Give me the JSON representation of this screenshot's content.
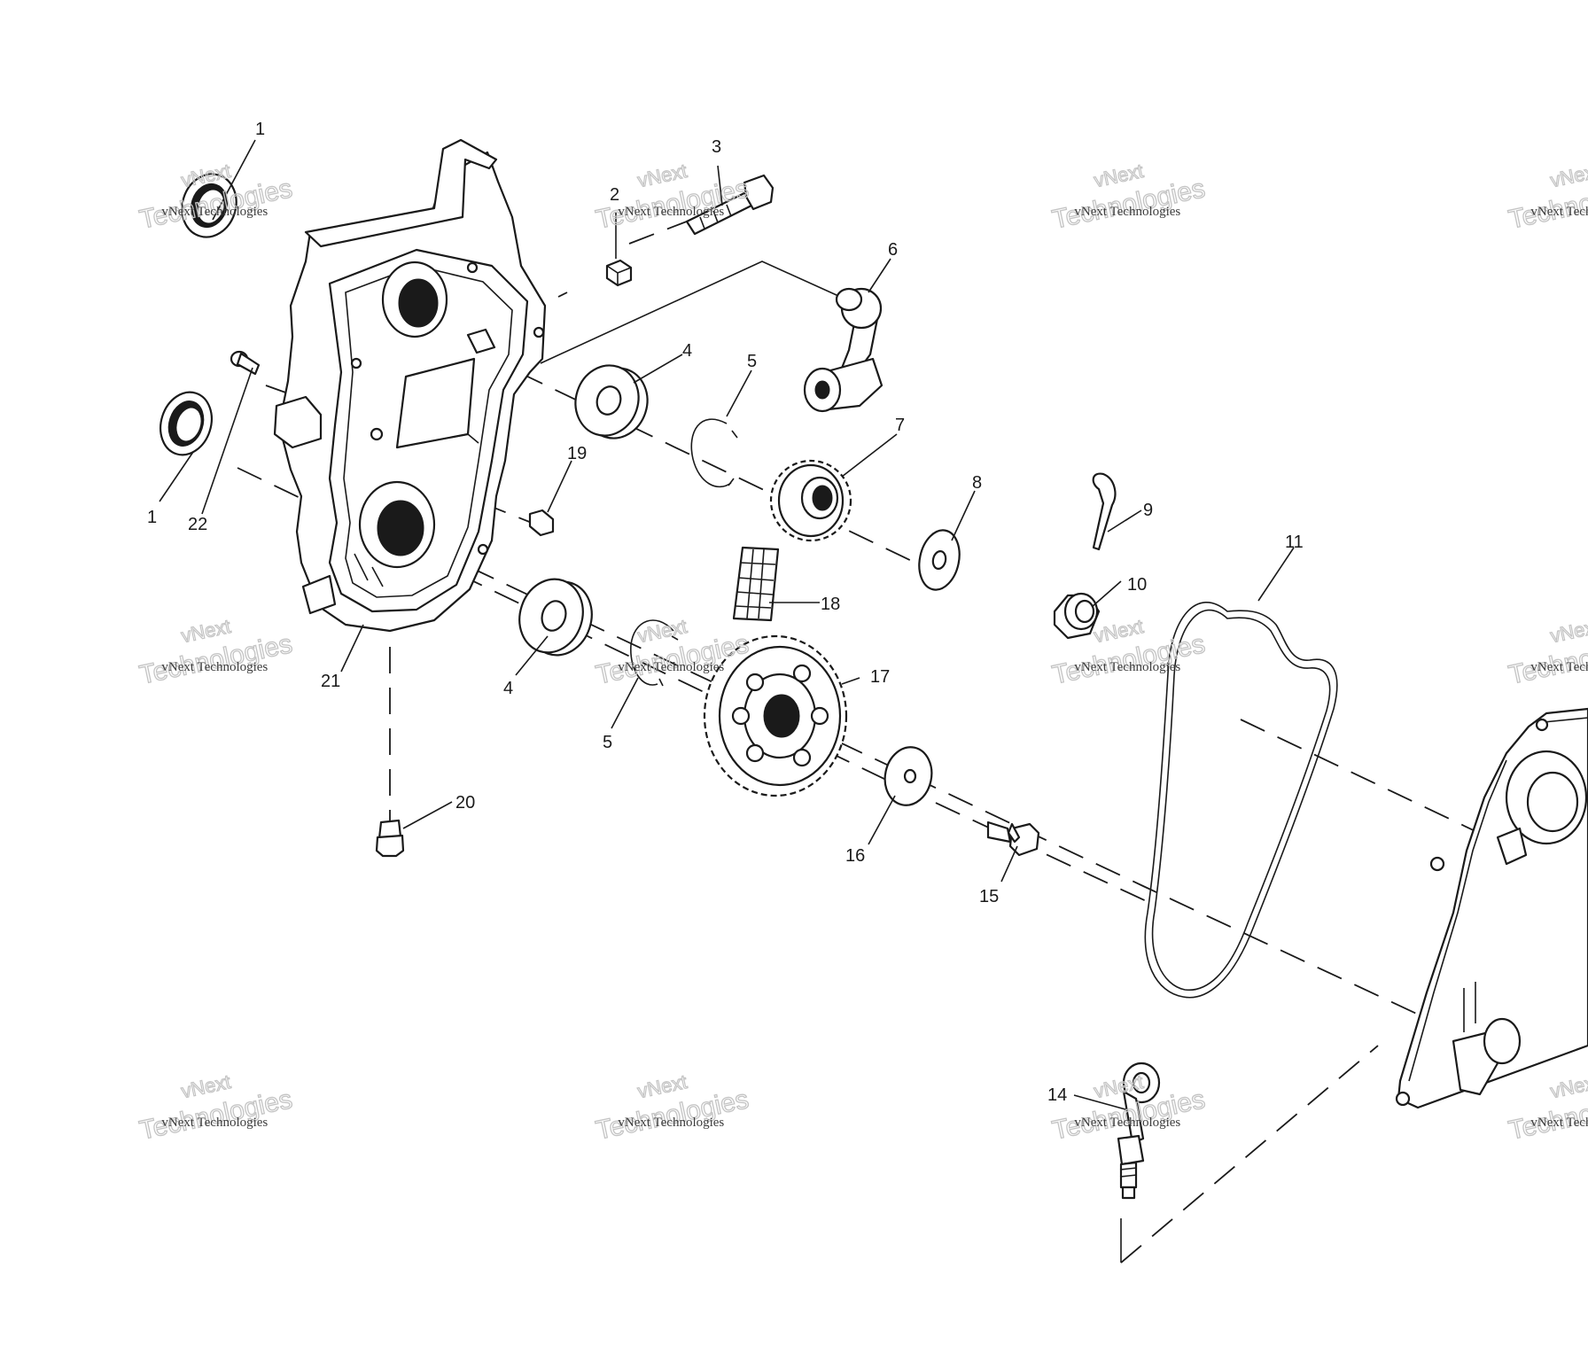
{
  "diagram": {
    "callouts": [
      {
        "id": "c1a",
        "text": "1"
      },
      {
        "id": "c1b",
        "text": "1"
      },
      {
        "id": "c2",
        "text": "2"
      },
      {
        "id": "c3",
        "text": "3"
      },
      {
        "id": "c4a",
        "text": "4"
      },
      {
        "id": "c4b",
        "text": "4"
      },
      {
        "id": "c5a",
        "text": "5"
      },
      {
        "id": "c5b",
        "text": "5"
      },
      {
        "id": "c6",
        "text": "6"
      },
      {
        "id": "c7",
        "text": "7"
      },
      {
        "id": "c8",
        "text": "8"
      },
      {
        "id": "c9",
        "text": "9"
      },
      {
        "id": "c10",
        "text": "10"
      },
      {
        "id": "c11",
        "text": "11"
      },
      {
        "id": "c14",
        "text": "14"
      },
      {
        "id": "c15",
        "text": "15"
      },
      {
        "id": "c16",
        "text": "16"
      },
      {
        "id": "c17",
        "text": "17"
      },
      {
        "id": "c18",
        "text": "18"
      },
      {
        "id": "c19",
        "text": "19"
      },
      {
        "id": "c20",
        "text": "20"
      },
      {
        "id": "c21",
        "text": "21"
      },
      {
        "id": "c22",
        "text": "22"
      }
    ]
  },
  "watermark": {
    "line1": "vNext Technologies",
    "line2": "Technologies",
    "line3": "vNext"
  }
}
